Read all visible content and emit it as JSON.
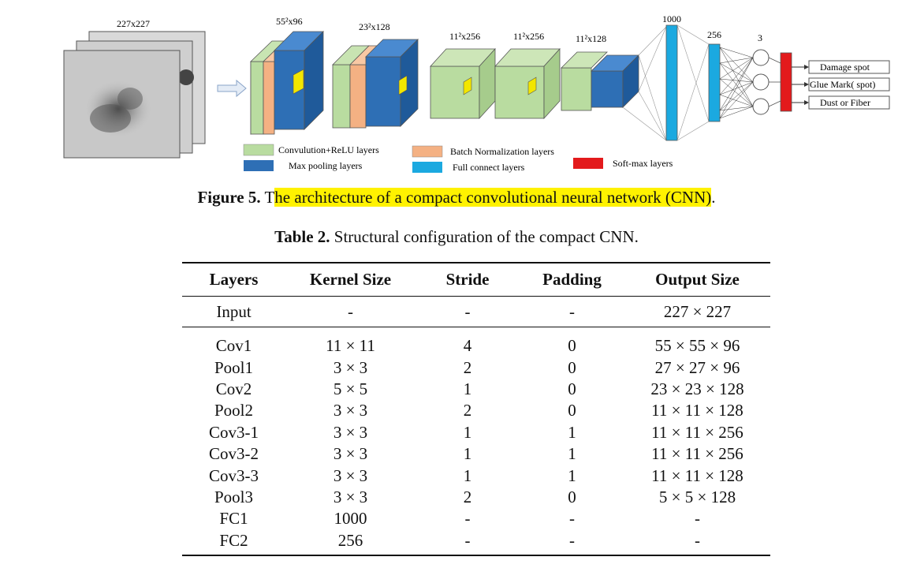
{
  "figure": {
    "input_label": "227x227",
    "conv1_label": "55²x96",
    "conv2_label": "23²x128",
    "conv3_1_label": "11²x256",
    "conv3_2_label": "11²x256",
    "conv3_3_label": "11²x128",
    "fc1_label": "1000",
    "fc2_label": "256",
    "softmax_label": "3",
    "outputs": [
      "Damage spot",
      "Glue Mark( spot)",
      "Dust or Fiber"
    ],
    "legend": {
      "conv_relu": "Convulution+ReLU layers",
      "batch_norm": "Batch Normalization layers",
      "max_pool": "Max pooling layers",
      "full_connect": "Full connect layers",
      "softmax": "Soft-max layers"
    },
    "colors": {
      "conv": "#b9dca0",
      "batch_norm": "#f4b183",
      "pool": "#2e6fb5",
      "fc": "#1ba9e0",
      "softmax": "#e31a1c",
      "kernel": "#f2e600"
    }
  },
  "figure_caption": {
    "label": "Figure 5.",
    "pre": " T",
    "highlight": "he architecture of a compact convolutional neural network (CNN)",
    "post": "."
  },
  "table_caption": {
    "label": "Table 2.",
    "text": " Structural configuration of the compact CNN."
  },
  "table": {
    "headers": [
      "Layers",
      "Kernel Size",
      "Stride",
      "Padding",
      "Output Size"
    ],
    "input_row": [
      "Input",
      "-",
      "-",
      "-",
      "227 × 227"
    ],
    "rows": [
      [
        "Cov1",
        "11 × 11",
        "4",
        "0",
        "55 × 55 × 96"
      ],
      [
        "Pool1",
        "3 × 3",
        "2",
        "0",
        "27 × 27 × 96"
      ],
      [
        "Cov2",
        "5 × 5",
        "1",
        "0",
        "23 × 23 × 128"
      ],
      [
        "Pool2",
        "3 × 3",
        "2",
        "0",
        "11 × 11 × 128"
      ],
      [
        "Cov3-1",
        "3 × 3",
        "1",
        "1",
        "11 × 11 × 256"
      ],
      [
        "Cov3-2",
        "3 × 3",
        "1",
        "1",
        "11 × 11 × 256"
      ],
      [
        "Cov3-3",
        "3 × 3",
        "1",
        "1",
        "11 × 11 × 128"
      ],
      [
        "Pool3",
        "3 × 3",
        "2",
        "0",
        "5 × 5 × 128"
      ],
      [
        "FC1",
        "1000",
        "-",
        "-",
        "-"
      ],
      [
        "FC2",
        "256",
        "-",
        "-",
        "-"
      ]
    ]
  }
}
